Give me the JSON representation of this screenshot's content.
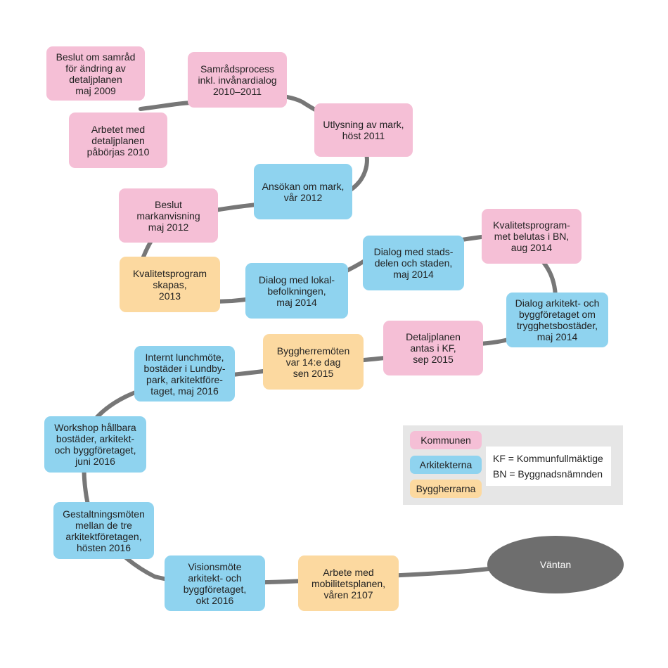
{
  "legend": {
    "kommunen": "Kommunen",
    "arkitekterna": "Arkitekterna",
    "byggherrarna": "Byggherrarna",
    "kf": "KF = Kommunfullmäktige",
    "bn": "BN = Byggnadsnämnden"
  },
  "colors": {
    "kommunen": "#f5bfd6",
    "arkitekterna": "#8fd3ef",
    "byggherrarna": "#fcd9a0",
    "connector": "#777777",
    "end_oval": "#6e6e6e",
    "legend_bg": "#e6e6e6"
  },
  "steps": [
    {
      "group": "kommunen",
      "text": "Beslut om samråd\nför ändring av\ndetaljplanen\nmaj 2009"
    },
    {
      "group": "kommunen",
      "text": "Arbetet med\ndetaljplanen\npåbörjas 2010"
    },
    {
      "group": "kommunen",
      "text": "Samrådsprocess\ninkl. invånardialog\n2010–2011"
    },
    {
      "group": "kommunen",
      "text": "Utlysning av mark,\nhöst 2011"
    },
    {
      "group": "arkitekterna",
      "text": "Ansökan om mark,\nvår 2012"
    },
    {
      "group": "kommunen",
      "text": "Beslut\nmarkanvisning\nmaj 2012"
    },
    {
      "group": "byggherrarna",
      "text": "Kvalitetsprogram\nskapas,\n2013"
    },
    {
      "group": "arkitekterna",
      "text": "Dialog med lokal-\nbefolkningen,\nmaj 2014"
    },
    {
      "group": "arkitekterna",
      "text": "Dialog med stads-\ndelen och staden,\nmaj 2014"
    },
    {
      "group": "kommunen",
      "text": "Kvalitetsprogram-\nmet belutas i BN,\naug 2014"
    },
    {
      "group": "arkitekterna",
      "text": "Dialog arkitekt- och\nbyggföretaget om\ntrygghetsbostäder,\nmaj 2014"
    },
    {
      "group": "kommunen",
      "text": "Detaljplanen\nantas i KF,\nsep 2015"
    },
    {
      "group": "byggherrarna",
      "text": "Byggherremöten\nvar 14:e dag\nsen 2015"
    },
    {
      "group": "arkitekterna",
      "text": "Internt lunchmöte,\nbostäder i Lundby-\npark, arkitektföre-\ntaget, maj 2016"
    },
    {
      "group": "arkitekterna",
      "text": "Workshop hållbara\nbostäder, arkitekt-\noch byggföretaget,\njuni 2016"
    },
    {
      "group": "arkitekterna",
      "text": "Gestaltningsmöten\nmellan de tre\narkitektföretagen,\nhösten 2016"
    },
    {
      "group": "arkitekterna",
      "text": "Visionsmöte\narkitekt- och\nbyggföretaget,\nokt 2016"
    },
    {
      "group": "byggherrarna",
      "text": "Arbete med\nmobilitetsplanen,\nvåren 2107"
    }
  ],
  "end": "Väntan"
}
